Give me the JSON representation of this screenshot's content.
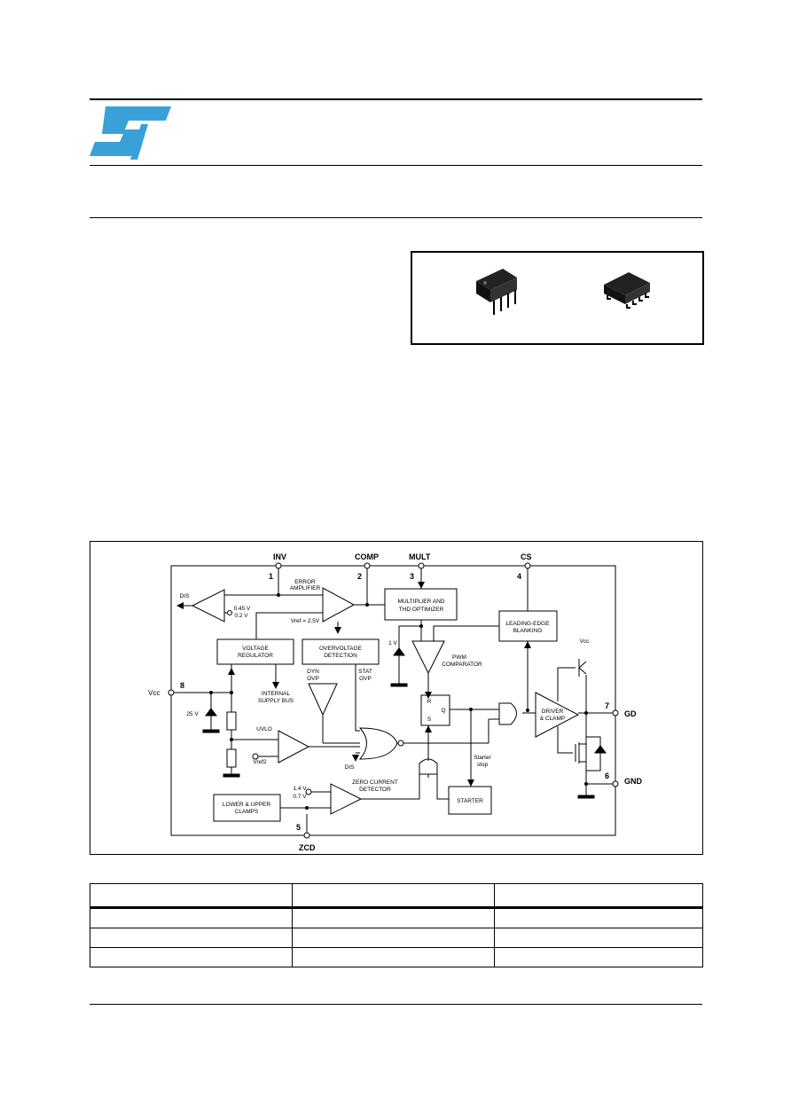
{
  "header": {
    "logo_icon": "st-logo-icon",
    "brand_color": "#3aa0d8"
  },
  "packages": {
    "icons": [
      "dip8-package-icon",
      "so8-package-icon"
    ]
  },
  "diagram": {
    "pins": {
      "inv": {
        "label": "INV",
        "number": "1"
      },
      "comp": {
        "label": "COMP",
        "number": "2"
      },
      "mult": {
        "label": "MULT",
        "number": "3"
      },
      "cs": {
        "label": "CS",
        "number": "4"
      },
      "zcd": {
        "label": "ZCD",
        "number": "5"
      },
      "gnd": {
        "label": "GND",
        "number": "6"
      },
      "gd": {
        "label": "GD",
        "number": "7"
      },
      "vcc": {
        "label": "Vcc",
        "number": "8"
      }
    },
    "blocks": {
      "error_amp_1": "ERROR",
      "error_amp_2": "AMPLIFIER",
      "vref": "Vref = 2.5V",
      "mult_1": "MULTIPLIER AND",
      "mult_2": "THD OPTIMIZER",
      "leb_1": "LEADING-EDGE",
      "leb_2": "BLANKING",
      "vreg_1": "VOLTAGE",
      "vreg_2": "REGULATOR",
      "ovp_1": "OVERVOLTAGE",
      "ovp_2": "DETECTION",
      "internal_1": "INTERNAL",
      "internal_2": "SUPPLY BUS",
      "pwm_1": "PWM",
      "pwm_2": "COMPARATOR",
      "driver_1": "DRIVER",
      "driver_2": "& CLAMP",
      "starter": "STARTER",
      "starter_stop_1": "Starter",
      "starter_stop_2": "stop",
      "zcd_1": "ZERO CURRENT",
      "zcd_2": "DETECTOR",
      "clamps_1": "LOWER & UPPER",
      "clamps_2": "CLAMPS",
      "uvlo": "UVLO",
      "vref2": "Vref2",
      "dis": "DIS",
      "dis2": "DIS",
      "dyn_1": "DYN",
      "dyn_2": "OVP",
      "stat_1": "STAT",
      "stat_2": "OVP",
      "v045": "0.45 V",
      "v02": "0.2 V",
      "v1": "1 V",
      "v25": "25 V",
      "v14": "1.4 V",
      "v07": "0.7 V",
      "vcc_driver": "Vcc",
      "r": "R",
      "s": "S",
      "q": "Q"
    }
  }
}
